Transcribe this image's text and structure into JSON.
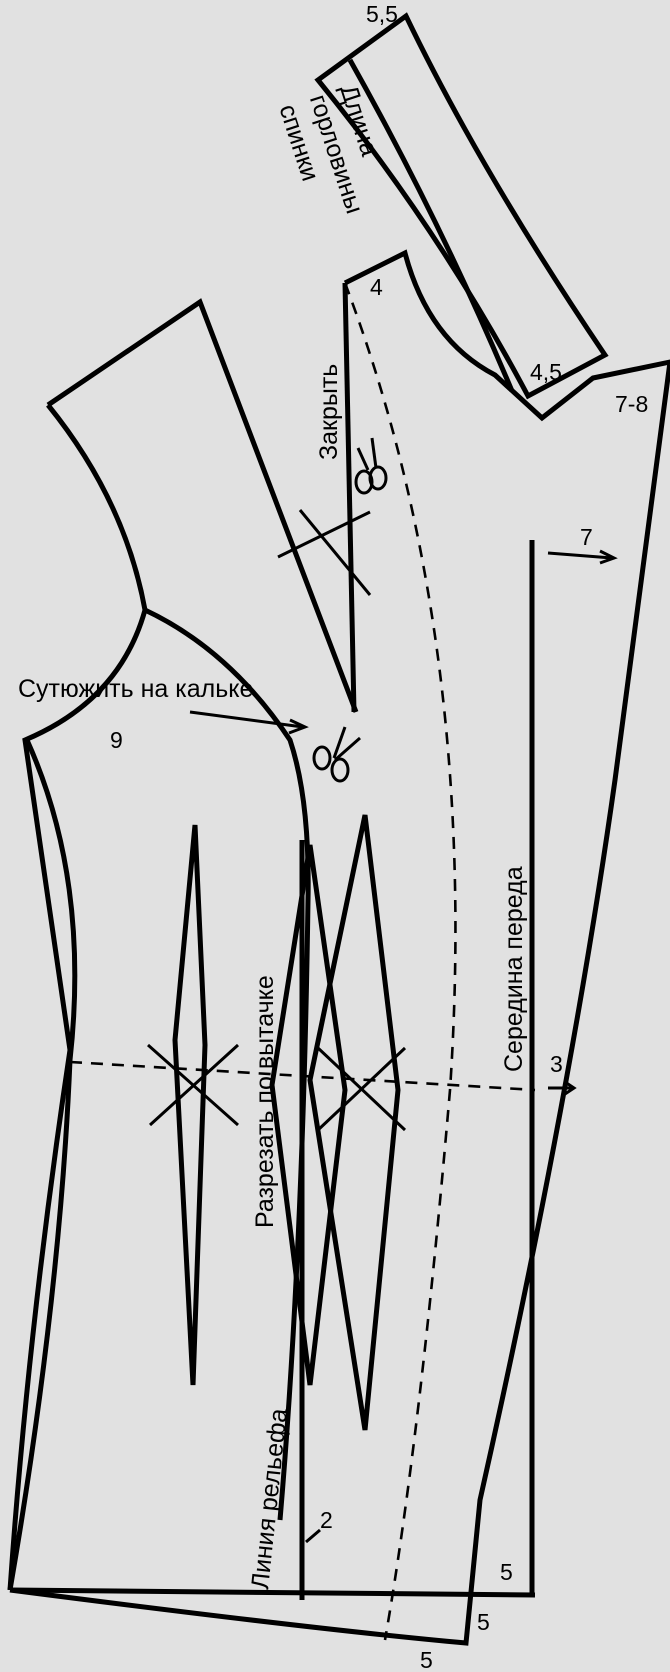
{
  "labels": {
    "back_neck": [
      "Длина",
      "горловины",
      "спинки"
    ],
    "close": "Закрыть",
    "taper": "Сутюжить на кальке",
    "cut_dart": "Разрезать по вытачке",
    "center_front": "Середина переда",
    "relief_line": "Линия рельефа"
  },
  "points": {
    "p55": "5,5",
    "p4": "4",
    "p45": "4,5",
    "p78": "7-8",
    "p7": "7",
    "p9": "9",
    "p3": "3",
    "p2": "2",
    "p5a": "5",
    "p5b": "5",
    "p5c": "5"
  }
}
